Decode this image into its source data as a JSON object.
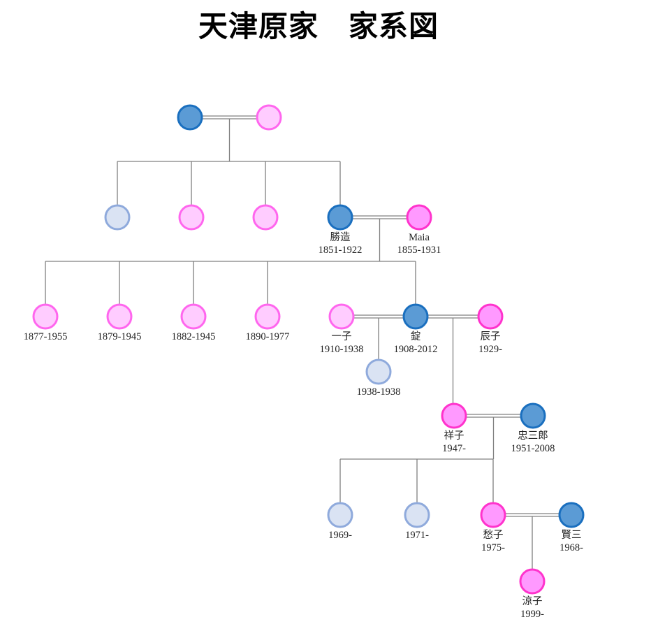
{
  "title": "天津原家　家系図",
  "colors": {
    "male_fill": "#5b9bd5",
    "male_stroke": "#1a6fbf",
    "female_fill": "#ff99ff",
    "female_stroke": "#ff33cc",
    "female_light_fill": "#ffccff",
    "female_light_stroke": "#ff66ee",
    "unknown_fill": "#dae3f3",
    "unknown_stroke": "#8faadc",
    "line": "#808080"
  },
  "people": [
    {
      "id": "g0m",
      "style": "male",
      "name": "",
      "years": ""
    },
    {
      "id": "g0f",
      "style": "female_light",
      "name": "",
      "years": ""
    },
    {
      "id": "g1a",
      "style": "unknown",
      "name": "",
      "years": ""
    },
    {
      "id": "g1b",
      "style": "female_light",
      "name": "",
      "years": ""
    },
    {
      "id": "g1c",
      "style": "female_light",
      "name": "",
      "years": ""
    },
    {
      "id": "katsuzo",
      "style": "male",
      "name": "勝造",
      "years": "1851-1922"
    },
    {
      "id": "maia",
      "style": "female",
      "name": "Maia",
      "years": "1855-1931"
    },
    {
      "id": "g2a",
      "style": "female_light",
      "name": "",
      "years": "1877-1955"
    },
    {
      "id": "g2b",
      "style": "female_light",
      "name": "",
      "years": "1879-1945"
    },
    {
      "id": "g2c",
      "style": "female_light",
      "name": "",
      "years": "1882-1945"
    },
    {
      "id": "g2d",
      "style": "female_light",
      "name": "",
      "years": "1890-1977"
    },
    {
      "id": "kazuko",
      "style": "female_light",
      "name": "一子",
      "years": "1910-1938"
    },
    {
      "id": "jo",
      "style": "male",
      "name": "錠",
      "years": "1908-2012"
    },
    {
      "id": "tatsuko",
      "style": "female",
      "name": "辰子",
      "years": "1929-"
    },
    {
      "id": "g3a",
      "style": "unknown",
      "name": "",
      "years": "1938-1938"
    },
    {
      "id": "shoko",
      "style": "female",
      "name": "祥子",
      "years": "1947-"
    },
    {
      "id": "chuzaburo",
      "style": "male",
      "name": "忠三郎",
      "years": "1951-2008"
    },
    {
      "id": "g4a",
      "style": "unknown",
      "name": "",
      "years": "1969-"
    },
    {
      "id": "g4b",
      "style": "unknown",
      "name": "",
      "years": "1971-"
    },
    {
      "id": "shuko",
      "style": "female",
      "name": "愁子",
      "years": "1975-"
    },
    {
      "id": "kenzo",
      "style": "male",
      "name": "賢三",
      "years": "1968-"
    },
    {
      "id": "ryoko",
      "style": "female",
      "name": "涼子",
      "years": "1999-"
    }
  ],
  "marriages": [
    {
      "a": "g0m",
      "b": "g0f",
      "children": [
        "g1a",
        "g1b",
        "g1c",
        "katsuzo"
      ]
    },
    {
      "a": "katsuzo",
      "b": "maia",
      "children": [
        "g2a",
        "g2b",
        "g2c",
        "g2d",
        "jo"
      ]
    },
    {
      "a": "kazuko",
      "b": "jo",
      "children": [
        "g3a"
      ]
    },
    {
      "a": "jo",
      "b": "tatsuko",
      "children": [
        "shoko"
      ]
    },
    {
      "a": "shoko",
      "b": "chuzaburo",
      "children": [
        "g4a",
        "g4b",
        "shuko"
      ]
    },
    {
      "a": "shuko",
      "b": "kenzo",
      "children": [
        "ryoko"
      ]
    }
  ]
}
